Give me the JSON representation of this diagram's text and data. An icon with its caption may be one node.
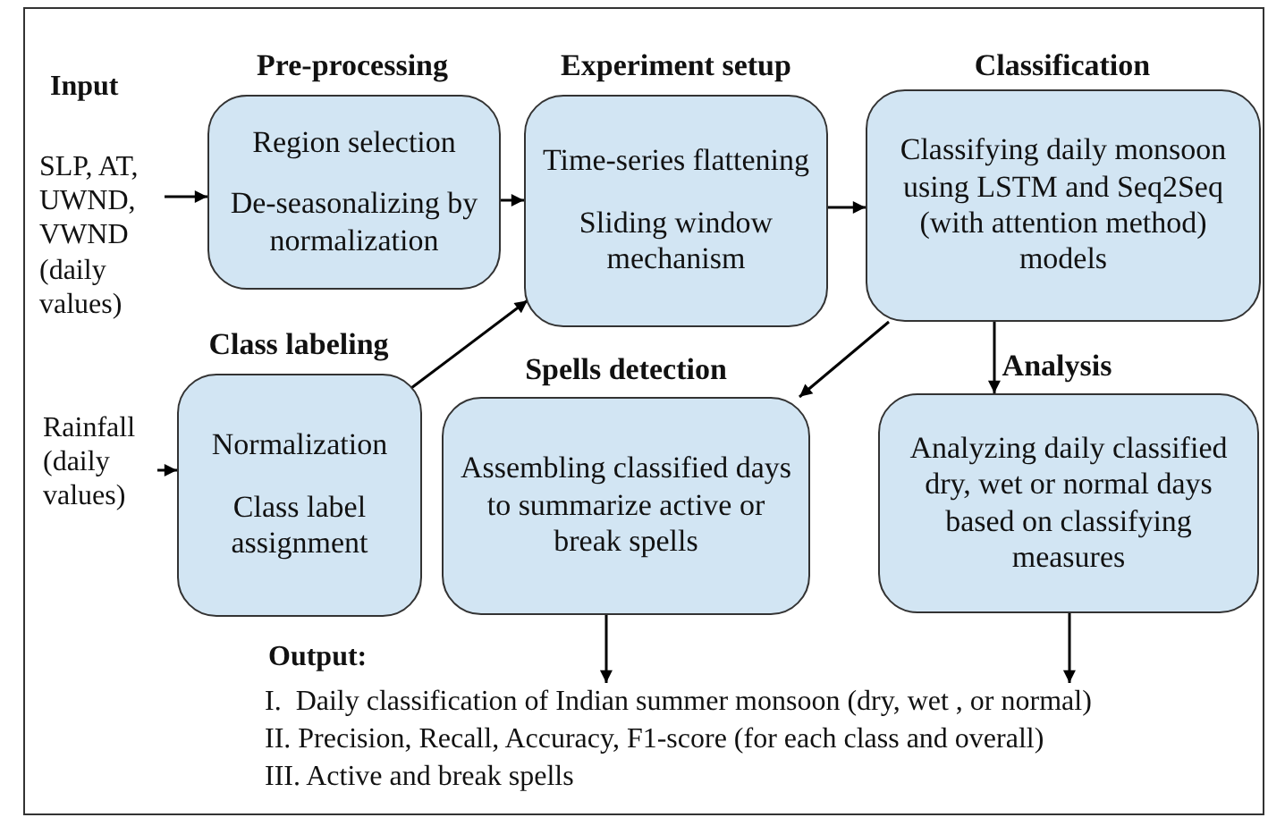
{
  "diagram": {
    "nodes": [
      {
        "text": [
          "SLP, AT, UWND, VWND (daily values)"
        ]
      },
      {
        "text": [
          "Pre-processing",
          "Region selection",
          "De-seasonalizing by normalization"
        ]
      },
      {
        "text": [
          "Experiment  setup",
          "Time-series flattening",
          "Sliding window mechanism"
        ]
      },
      {
        "text": [
          "Classification",
          "Classifying daily monsoon using LSTM and Seq2Seq (with attention method) models"
        ]
      },
      {
        "text": [
          "Rainfall (daily values)"
        ]
      },
      {
        "text": [
          "Class labeling",
          "Normalization",
          "Class label assignment"
        ]
      },
      {
        "text": [
          "Spells detection",
          "Assembling classified days to summarize active or break spells"
        ]
      },
      {
        "text": [
          "Analysis",
          "Analyzing daily classified dry, wet or normal days based on classifying measures"
        ]
      },
      {
        "text": [
          "I.  Daily classification of Indian summer monsoon (dry, wet , or normal)",
          "II. Precision, Recall, Accuracy, F1-score (for each class and overall)",
          "III. Active and break spells"
        ]
      }
    ],
    "edges": [
      {
        "from": 0,
        "to": 1,
        "arrow": "to"
      },
      {
        "from": 1,
        "to": 2,
        "arrow": "to"
      },
      {
        "from": 5,
        "to": 2,
        "arrow": "to"
      },
      {
        "from": 2,
        "to": 3,
        "arrow": "to"
      },
      {
        "from": 3,
        "to": 6,
        "arrow": "to"
      },
      {
        "from": 3,
        "to": 7,
        "arrow": "to"
      },
      {
        "from": 4,
        "to": 5,
        "arrow": "to"
      },
      {
        "from": 6,
        "to": 8,
        "arrow": "to"
      },
      {
        "from": 7,
        "to": 8,
        "arrow": "to"
      }
    ],
    "labels": [
      "Input",
      "Output:"
    ]
  }
}
